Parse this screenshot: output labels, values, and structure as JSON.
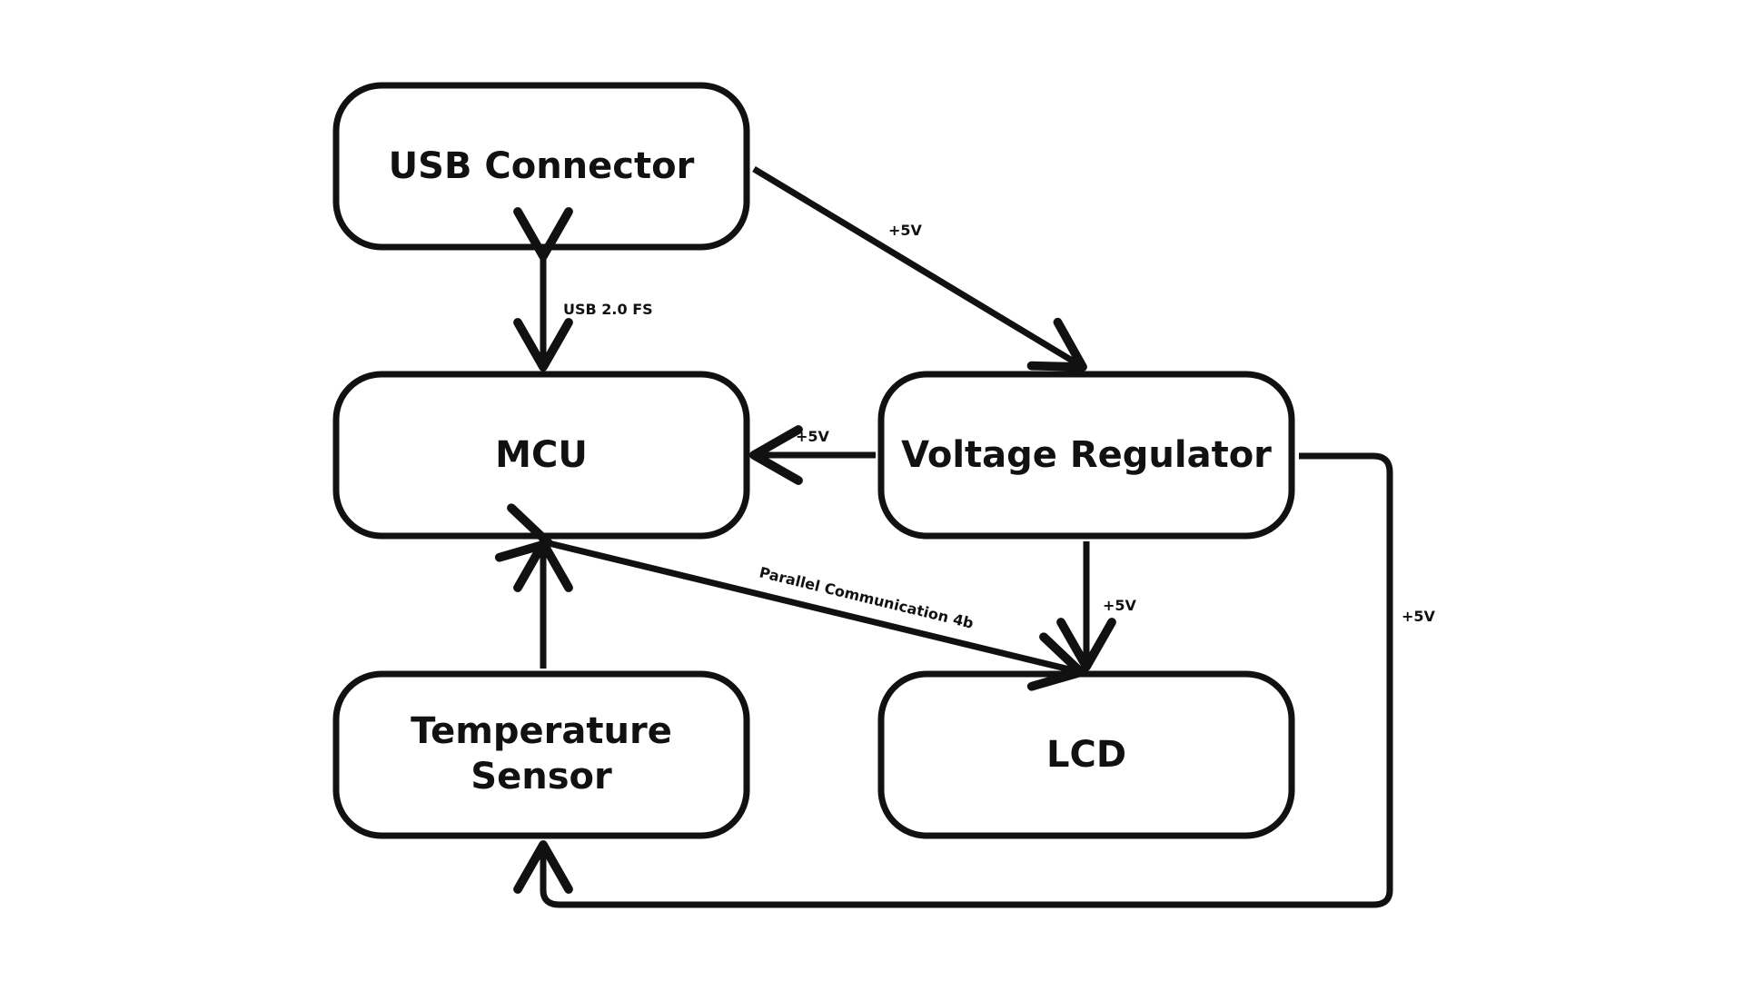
{
  "diagram": {
    "colors": {
      "stroke": "#111111",
      "background": "#ffffff",
      "text": "#111111"
    },
    "blocks": {
      "usb": "USB Connector",
      "mcu": "MCU",
      "regulator": "Voltage Regulator",
      "sensor_line1": "Temperature",
      "sensor_line2": "Sensor",
      "lcd": "LCD"
    },
    "edges": {
      "usb_mcu": "USB 2.0 FS",
      "usb_regulator": "+5V",
      "regulator_mcu": "+5V",
      "regulator_lcd": "+5V",
      "regulator_sensor": "+5V",
      "mcu_lcd": "Parallel  Communication 4b"
    }
  }
}
